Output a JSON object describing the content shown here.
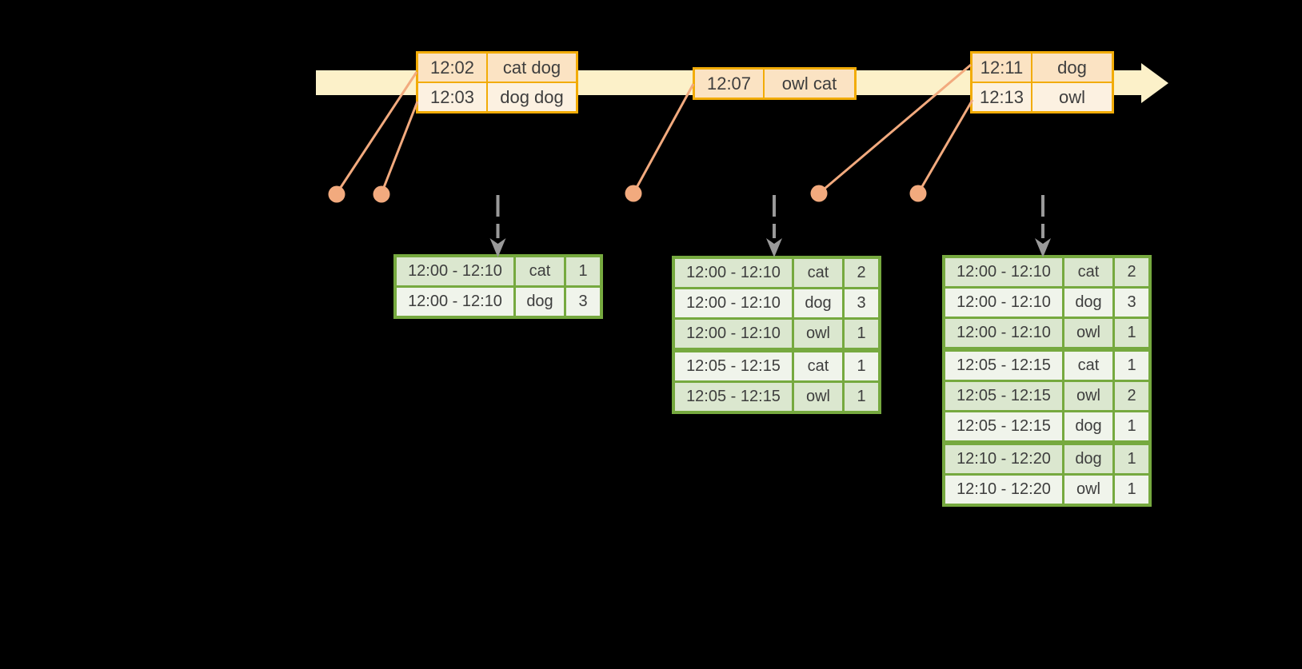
{
  "colors": {
    "background": "#000000",
    "timeline_band": "#FCF1C9",
    "event_table_border": "#F2AC07",
    "event_row_dark": "#FBE3C3",
    "event_row_light": "#FCF1E1",
    "connector_salmon": "#F2AA7E",
    "dashed_arrow_gray": "#9A9A9A",
    "result_table_border": "#76A93F",
    "result_row_dark": "#DBE7CF",
    "result_row_light": "#F0F4EB",
    "text": "#3E3E3E"
  },
  "icons": {
    "timeline_arrowhead": "right-arrow",
    "trigger_arrow": "dashed-down-arrow",
    "event_marker": "dot"
  },
  "timeline": {
    "event_tables": [
      {
        "rows": [
          {
            "time": "12:02",
            "words": "cat dog"
          },
          {
            "time": "12:03",
            "words": "dog dog"
          }
        ]
      },
      {
        "rows": [
          {
            "time": "12:07",
            "words": "owl cat"
          }
        ]
      },
      {
        "rows": [
          {
            "time": "12:11",
            "words": "dog"
          },
          {
            "time": "12:13",
            "words": "owl"
          }
        ]
      }
    ]
  },
  "result_tables": [
    {
      "rows": [
        {
          "window": "12:00 - 12:10",
          "word": "cat",
          "count": "1"
        },
        {
          "window": "12:00 - 12:10",
          "word": "dog",
          "count": "3"
        }
      ]
    },
    {
      "rows": [
        {
          "window": "12:00 - 12:10",
          "word": "cat",
          "count": "2"
        },
        {
          "window": "12:00 - 12:10",
          "word": "dog",
          "count": "3"
        },
        {
          "window": "12:00 - 12:10",
          "word": "owl",
          "count": "1"
        },
        {
          "window": "12:05 - 12:15",
          "word": "cat",
          "count": "1"
        },
        {
          "window": "12:05 - 12:15",
          "word": "owl",
          "count": "1"
        }
      ]
    },
    {
      "rows": [
        {
          "window": "12:00 - 12:10",
          "word": "cat",
          "count": "2"
        },
        {
          "window": "12:00 - 12:10",
          "word": "dog",
          "count": "3"
        },
        {
          "window": "12:00 - 12:10",
          "word": "owl",
          "count": "1"
        },
        {
          "window": "12:05 - 12:15",
          "word": "cat",
          "count": "1"
        },
        {
          "window": "12:05 - 12:15",
          "word": "owl",
          "count": "2"
        },
        {
          "window": "12:05 - 12:15",
          "word": "dog",
          "count": "1"
        },
        {
          "window": "12:10 - 12:20",
          "word": "dog",
          "count": "1"
        },
        {
          "window": "12:10 - 12:20",
          "word": "owl",
          "count": "1"
        }
      ]
    }
  ]
}
